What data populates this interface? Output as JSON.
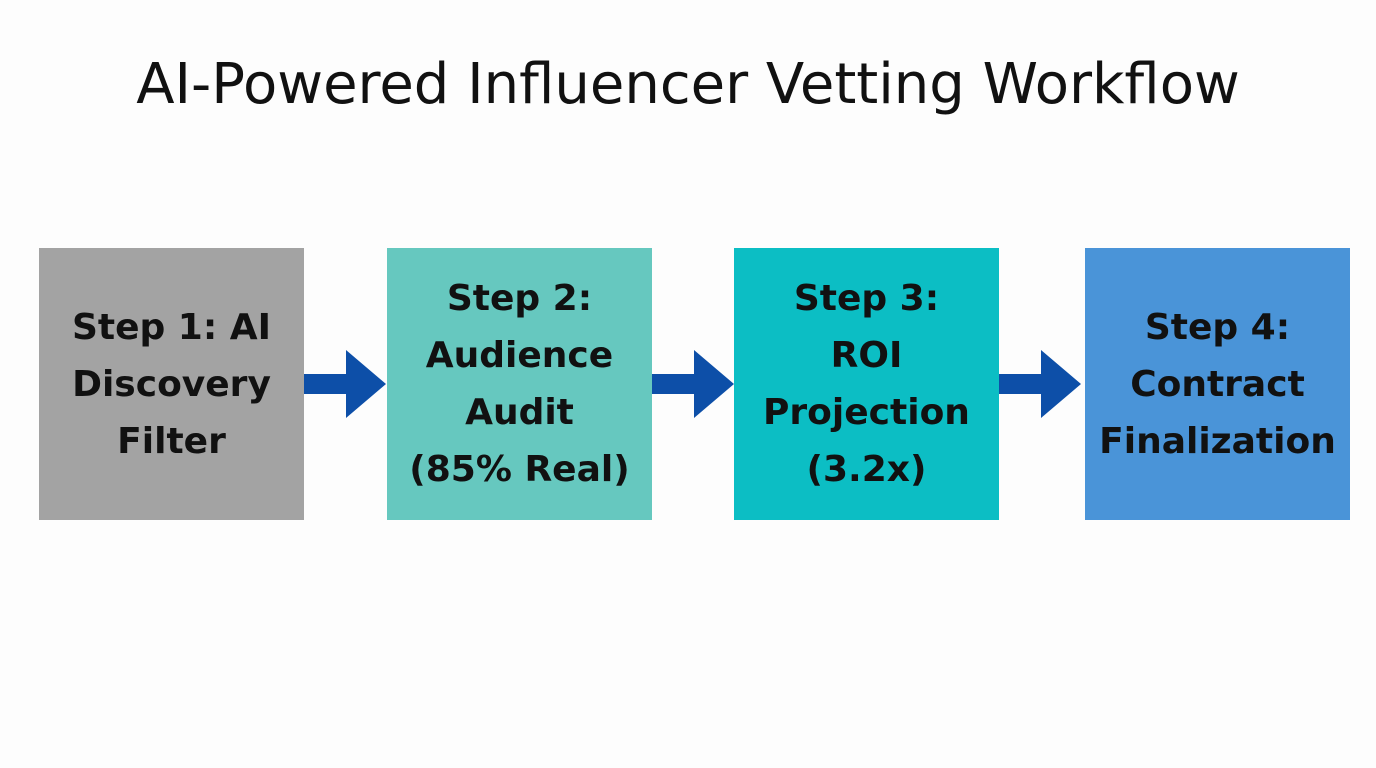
{
  "title": "AI-Powered Influencer Vetting Workflow",
  "steps": [
    {
      "label": "Step 1: AI\nDiscovery\nFilter",
      "color": "#a3a3a3"
    },
    {
      "label": "Step 2:\nAudience\nAudit\n(85% Real)",
      "color": "#66c8bf"
    },
    {
      "label": "Step 3:\nROI\nProjection\n(3.2x)",
      "color": "#0cbec4"
    },
    {
      "label": "Step 4:\nContract\nFinalization",
      "color": "#4a94d8"
    }
  ],
  "arrow_color": "#0d4fa8",
  "connectors": [
    {
      "from": "Step 1",
      "to": "Step 2",
      "icon": "arrow-right-icon"
    },
    {
      "from": "Step 2",
      "to": "Step 3",
      "icon": "arrow-right-icon"
    },
    {
      "from": "Step 3",
      "to": "Step 4",
      "icon": "arrow-right-icon"
    }
  ]
}
